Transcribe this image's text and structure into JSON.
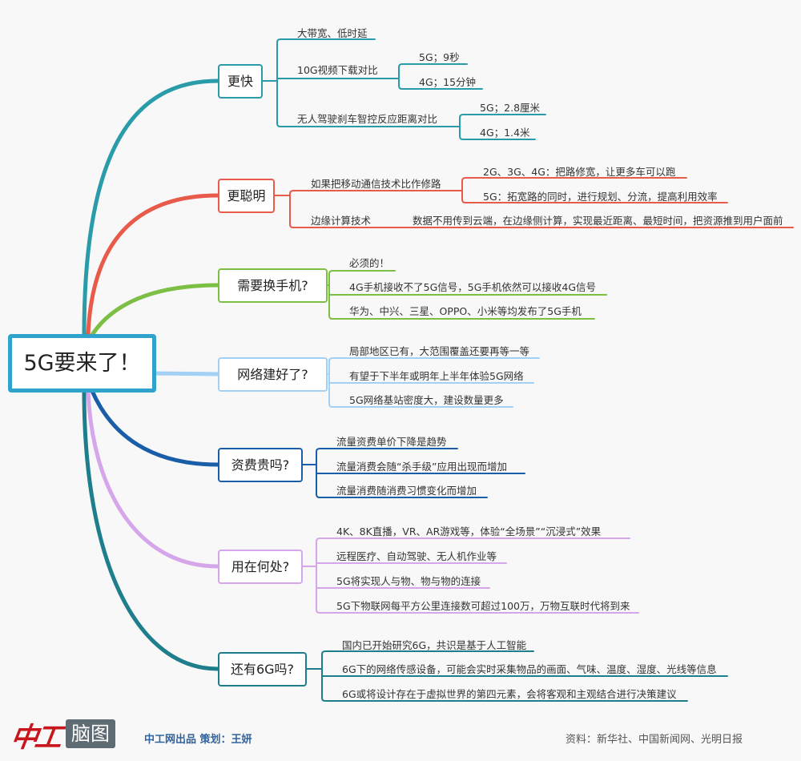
{
  "root": "5G要来了！",
  "colors": {
    "faster": "#2a9ba8",
    "smarter": "#e85a4a",
    "phone": "#7cbf44",
    "network": "#a3d0f5",
    "price": "#1a5ea8",
    "usage": "#d6a6ea",
    "six_g": "#1e7e8c",
    "root": "#2fa3cc"
  },
  "branches": {
    "faster": {
      "label": "更快",
      "items": [
        {
          "label": "大带宽、低时延"
        },
        {
          "label": "10G视频下载对比",
          "children": [
            "5G；9秒",
            "4G；15分钟"
          ]
        },
        {
          "label": "无人驾驶刹车智控反应距离对比",
          "children": [
            "5G；2.8厘米",
            "4G；1.4米"
          ]
        }
      ]
    },
    "smarter": {
      "label": "更聪明",
      "items": [
        {
          "label": "如果把移动通信技术比作修路",
          "children": [
            "2G、3G、4G：把路修宽，让更多车可以跑",
            "5G：拓宽路的同时，进行规划、分流，提高利用效率"
          ]
        },
        {
          "label": "边缘计算技术",
          "children": [
            "数据不用传到云端，在边缘侧计算，实现最近距离、最短时间，把资源推到用户面前"
          ]
        }
      ]
    },
    "phone": {
      "label": "需要换手机?",
      "items": [
        "必须的！",
        "4G手机接收不了5G信号，5G手机依然可以接收4G信号",
        "华为、中兴、三星、OPPO、小米等均发布了5G手机"
      ]
    },
    "network": {
      "label": "网络建好了?",
      "items": [
        "局部地区已有，大范围覆盖还要再等一等",
        "有望于下半年或明年上半年体验5G网络",
        "5G网络基站密度大，建设数量更多"
      ]
    },
    "price": {
      "label": "资费贵吗?",
      "items": [
        "流量资费单价下降是趋势",
        "流量消费会随“杀手级”应用出现而增加",
        "流量消费随消费习惯变化而增加"
      ]
    },
    "usage": {
      "label": "用在何处?",
      "items": [
        "4K、8K直播，VR、AR游戏等，体验“全场景”“沉浸式”效果",
        "远程医疗、自动驾驶、无人机作业等",
        "5G将实现人与物、物与物的连接",
        "5G下物联网每平方公里连接数可超过100万，万物互联时代将到来"
      ]
    },
    "six_g": {
      "label": "还有6G吗?",
      "items": [
        "国内已开始研究6G，共识是基于人工智能",
        "6G下的网络传感设备，可能会实时采集物品的画面、气味、温度、湿度、光线等信息",
        "6G或将设计存在于虚拟世界的第四元素，会将客观和主观结合进行决策建议"
      ]
    }
  },
  "footer": {
    "logo": "中工",
    "logo_box": "脑图",
    "credit": "中工网出品  策划：王妍",
    "source": "资料：新华社、中国新闻网、光明日报"
  }
}
